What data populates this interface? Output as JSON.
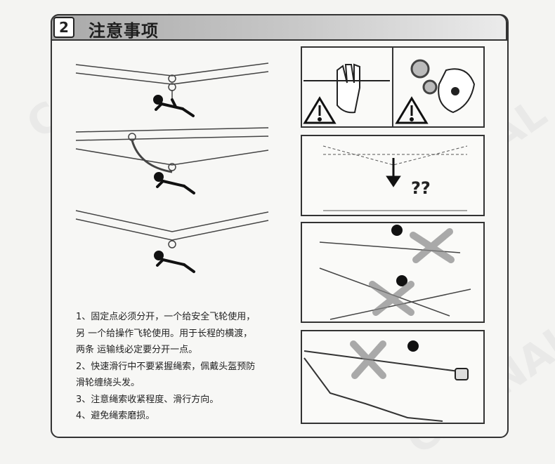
{
  "header": {
    "number": "2",
    "title": "注意事项"
  },
  "notes": [
    "1、固定点必须分开，一个给安全飞轮使用，",
    "另 一个给操作飞轮使用。用于长程的横渡，",
    "两条 运输线必定要分开一点。",
    "2、快速滑行中不要紧握绳索，佩戴头盔预防",
    "滑轮缠绕头发。",
    "3、注意绳索收紧程度、滑行方向。",
    "4、避免绳索磨损。"
  ],
  "panel_marks": {
    "question": "??"
  },
  "watermark": "CAMNAL",
  "colors": {
    "line": "#333333",
    "header_dark": "#a9a9a9",
    "header_light": "#ebebeb"
  }
}
